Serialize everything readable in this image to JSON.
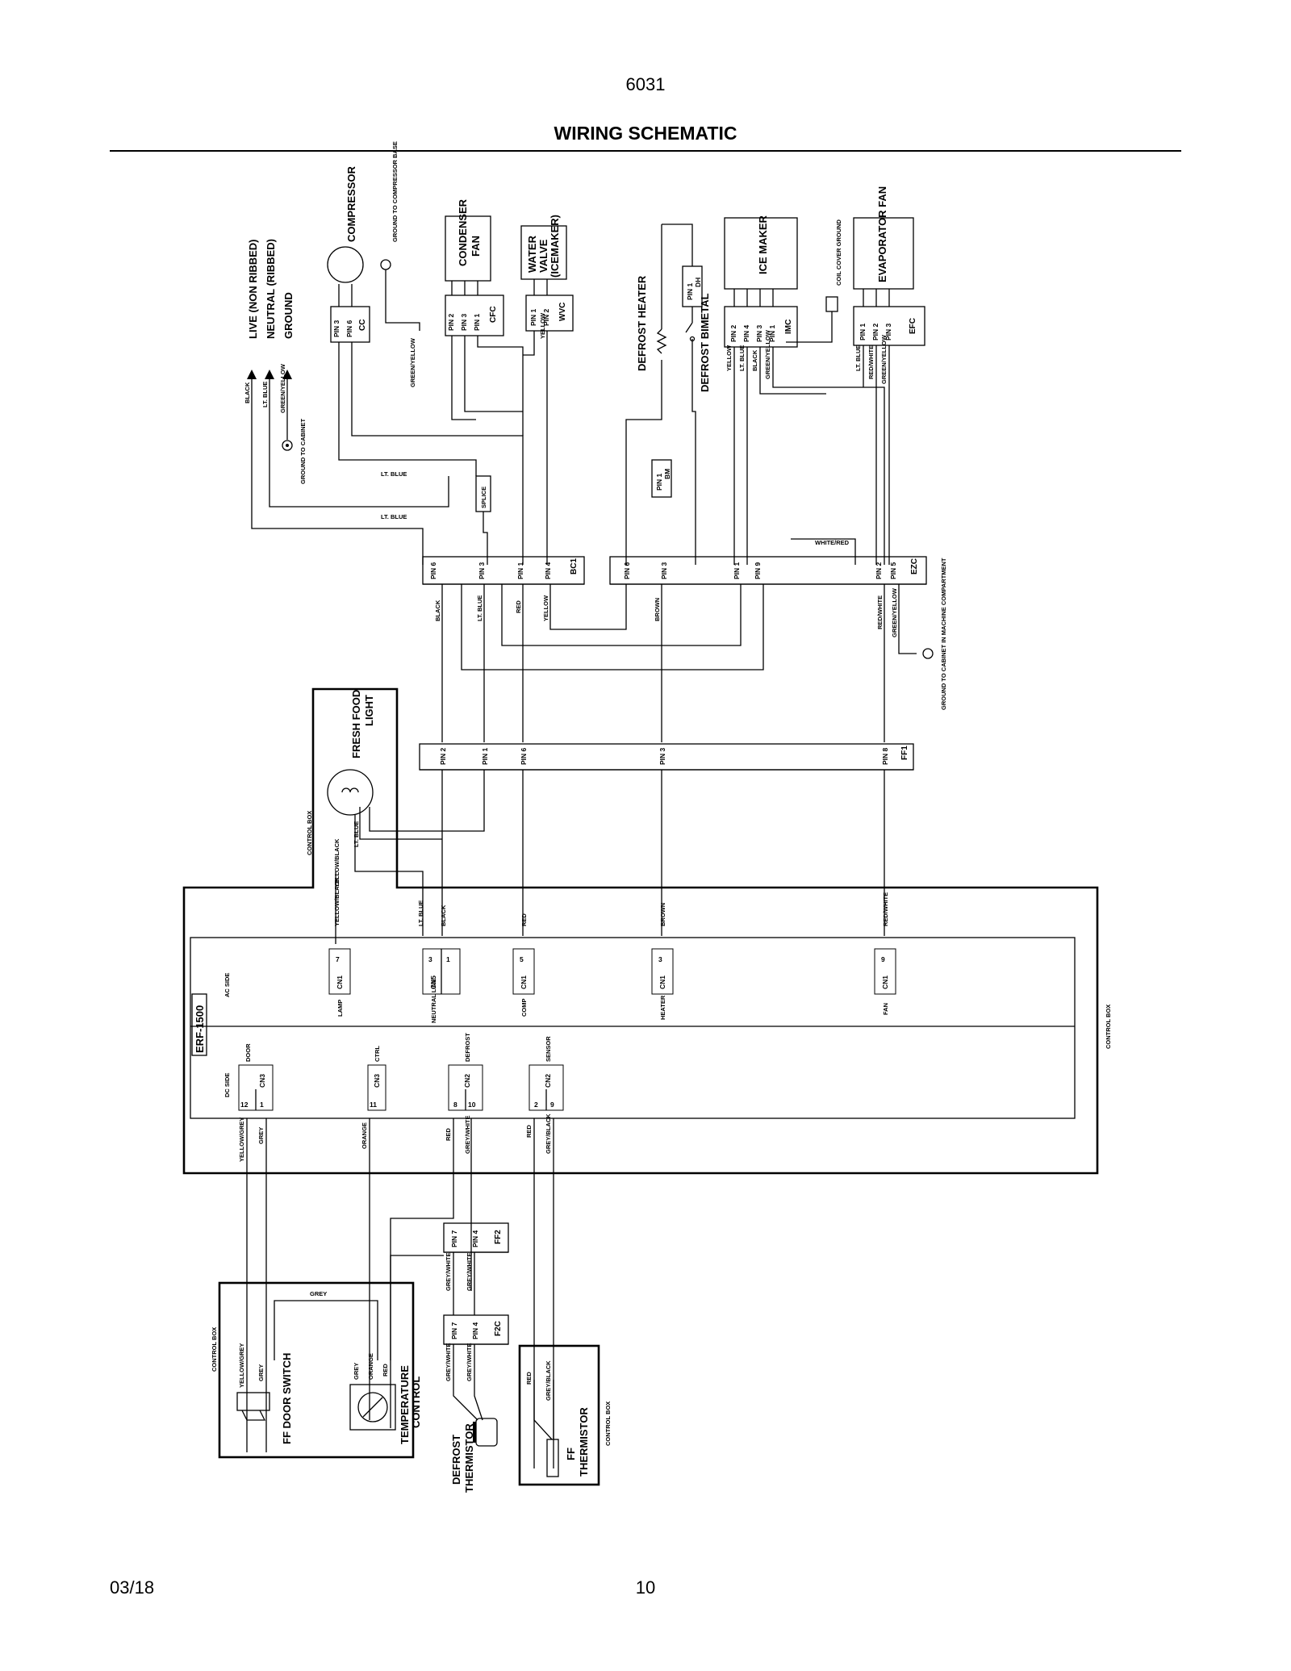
{
  "header": {
    "doc_number": "6031",
    "title": "WIRING SCHEMATIC"
  },
  "footer": {
    "date": "03/18",
    "page": "10"
  },
  "components": {
    "supply": [
      "LIVE (NON RIBBED)",
      "NEUTRAL (RIBBED)",
      "GROUND"
    ],
    "ground_cabinet": "GROUND TO CABINET",
    "compressor": "COMPRESSOR",
    "ground_compressor": "GROUND TO COMPRESSOR BASE",
    "condenser_fan": "CONDENSER FAN",
    "water_valve": "WATER VALVE (ICEMAKER)",
    "defrost_heater": "DEFROST HEATER",
    "defrost_bimetal": "DEFROST BIMETAL",
    "ice_maker": "ICE MAKER",
    "coil_cover_ground": "COIL COVER GROUND",
    "evaporator_fan": "EVAPORATOR FAN",
    "ground_machine": "GROUND TO CABINET IN MACHINE COMPARTMENT",
    "fresh_food_light": "FRESH FOOD LIGHT",
    "control_box": "CONTROL BOX",
    "ff_door_switch": "FF DOOR SWITCH",
    "temperature_control": "TEMPERATURE CONTROL",
    "defrost_thermistor": "DEFROST THERMISTOR",
    "ff_thermistor": "FF THERMISTOR"
  },
  "board": {
    "name": "ERF-1500",
    "ac_side": "AC SIDE",
    "dc_side": "DC SIDE",
    "ac_connectors": [
      {
        "label": "LAMP",
        "conn": "CN1",
        "pins": [
          "7"
        ]
      },
      {
        "label": "NEUTRAL LINE",
        "conn": "CN5",
        "pins": [
          "3",
          "1"
        ]
      },
      {
        "label": "COMP",
        "conn": "CN1",
        "pins": [
          "5"
        ]
      },
      {
        "label": "HEATER",
        "conn": "CN1",
        "pins": [
          "3"
        ]
      },
      {
        "label": "FAN",
        "conn": "CN1",
        "pins": [
          "9"
        ]
      }
    ],
    "dc_connectors": [
      {
        "label": "DOOR",
        "conn": "CN3",
        "pins": [
          "12",
          "1"
        ]
      },
      {
        "label": "CTRL",
        "conn": "CN3",
        "pins": [
          "11"
        ]
      },
      {
        "label": "DEFROST",
        "conn": "CN2",
        "pins": [
          "8",
          "10"
        ]
      },
      {
        "label": "SENSOR",
        "conn": "CN2",
        "pins": [
          "2",
          "9"
        ]
      }
    ]
  },
  "harness": {
    "bc1": {
      "name": "BC1",
      "pins": [
        "PIN 6",
        "PIN 3",
        "PIN 1",
        "PIN 4"
      ]
    },
    "ezc": {
      "name": "EZC",
      "pins": [
        "PIN 6",
        "PIN 3",
        "PIN 1",
        "PIN 9",
        "PIN 2",
        "PIN 5"
      ]
    },
    "ff1": {
      "name": "FF1",
      "pins": [
        "PIN 2",
        "PIN 1",
        "PIN 6",
        "PIN 3",
        "PIN 8"
      ]
    },
    "ff2": {
      "name": "FF2",
      "pins": [
        "PIN 7",
        "PIN 4"
      ]
    },
    "f2c": {
      "name": "F2C",
      "pins": [
        "PIN 7",
        "PIN 4"
      ]
    },
    "cc": {
      "name": "CC",
      "pins": [
        "PIN 3",
        "PIN 6"
      ]
    },
    "cfc": {
      "name": "CFC",
      "pins": [
        "PIN 2",
        "PIN 3",
        "PIN 1"
      ]
    },
    "wvc": {
      "name": "WVC",
      "pins": [
        "PIN 1",
        "PIN 2"
      ]
    },
    "imc": {
      "name": "IMC",
      "pins": [
        "PIN 2",
        "PIN 4",
        "PIN 3",
        "PIN 1"
      ]
    },
    "efc": {
      "name": "EFC",
      "pins": [
        "PIN 1",
        "PIN 2",
        "PIN 3"
      ]
    },
    "bm": {
      "name": "BM",
      "pins": [
        "PIN 1"
      ]
    },
    "dh": {
      "name": "DH",
      "pins": [
        "PIN 1"
      ]
    },
    "splice": "SPLICE"
  },
  "wire_colors": {
    "black": "BLACK",
    "lt_blue": "LT. BLUE",
    "red": "RED",
    "yellow": "YELLOW",
    "brown": "BROWN",
    "green_yellow": "GREEN/YELLOW",
    "red_white": "RED/WHITE",
    "yellow_black": "YELLOW/BLACK",
    "yellow_grey": "YELLOW/GREY",
    "grey": "GREY",
    "orange": "ORANGE",
    "grey_white": "GREY/WHITE",
    "grey_black": "GREY/BLACK",
    "white_red": "WHITE/RED"
  }
}
